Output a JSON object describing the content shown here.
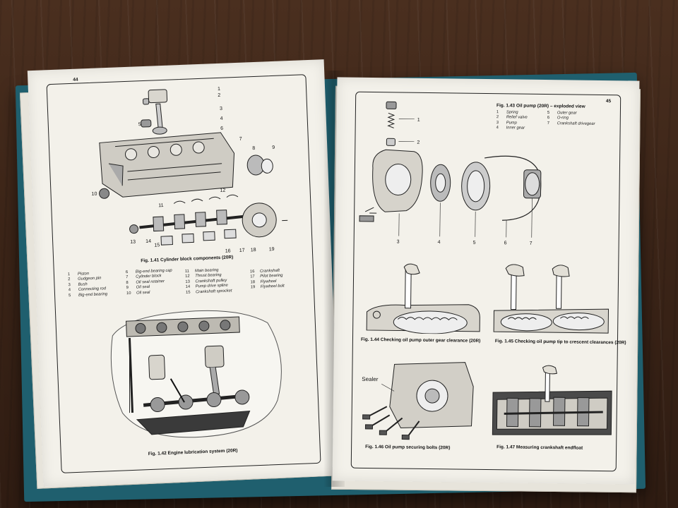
{
  "left_page": {
    "page_number": "44",
    "fig141": {
      "caption": "Fig. 1.41 Cylinder block components (20R)",
      "callouts": [
        "1",
        "2",
        "3",
        "4",
        "5",
        "6",
        "7",
        "8",
        "9",
        "10",
        "11",
        "12",
        "13",
        "14",
        "15",
        "16",
        "17",
        "18",
        "19"
      ],
      "legend": [
        [
          {
            "n": "1",
            "t": "Piston"
          },
          {
            "n": "2",
            "t": "Gudgeon pin"
          },
          {
            "n": "3",
            "t": "Bush"
          },
          {
            "n": "4",
            "t": "Connecting rod"
          },
          {
            "n": "5",
            "t": "Big-end bearing"
          }
        ],
        [
          {
            "n": "6",
            "t": "Big-end bearing cap"
          },
          {
            "n": "7",
            "t": "Cylinder block"
          },
          {
            "n": "8",
            "t": "Oil seal retainer"
          },
          {
            "n": "9",
            "t": "Oil seal"
          },
          {
            "n": "10",
            "t": "Oil seal"
          }
        ],
        [
          {
            "n": "11",
            "t": "Main bearing"
          },
          {
            "n": "12",
            "t": "Thrust bearing"
          },
          {
            "n": "13",
            "t": "Crankshaft pulley"
          },
          {
            "n": "14",
            "t": "Pump drive spline"
          },
          {
            "n": "15",
            "t": "Crankshaft sprocket"
          }
        ],
        [
          {
            "n": "16",
            "t": "Crankshaft"
          },
          {
            "n": "17",
            "t": "Pilot bearing"
          },
          {
            "n": "18",
            "t": "Flywheel"
          },
          {
            "n": "19",
            "t": "Flywheel bolt"
          }
        ]
      ]
    },
    "fig142": {
      "caption": "Fig. 1.42 Engine lubrication system (20R)"
    }
  },
  "right_page": {
    "page_number": "45",
    "fig143": {
      "caption": "Fig. 1.43 Oil pump (20R) – exploded view",
      "callouts": [
        "1",
        "2",
        "3",
        "4",
        "5",
        "6",
        "7"
      ],
      "legend": [
        [
          {
            "n": "1",
            "t": "Spring"
          },
          {
            "n": "2",
            "t": "Relief valve"
          },
          {
            "n": "3",
            "t": "Pump"
          },
          {
            "n": "4",
            "t": "Inner gear"
          }
        ],
        [
          {
            "n": "5",
            "t": "Outer gear"
          },
          {
            "n": "6",
            "t": "O-ring"
          },
          {
            "n": "7",
            "t": "Crankshaft drivegear"
          }
        ]
      ]
    },
    "fig144": {
      "caption": "Fig. 1.44 Checking oil pump outer gear clearance (20R)"
    },
    "fig145": {
      "caption": "Fig. 1.45 Checking oil pump tip to crescent clearances (20R)"
    },
    "fig146": {
      "caption": "Fig. 1.46 Oil pump securing bolts (20R)",
      "label": "Sealer"
    },
    "fig147": {
      "caption": "Fig. 1.47 Measuring crankshaft endfloat"
    }
  },
  "colors": {
    "book_cover": "#1f5f6e",
    "paper": "#f3f1ea",
    "ink": "#111111",
    "table_wood": "#3c2518"
  }
}
